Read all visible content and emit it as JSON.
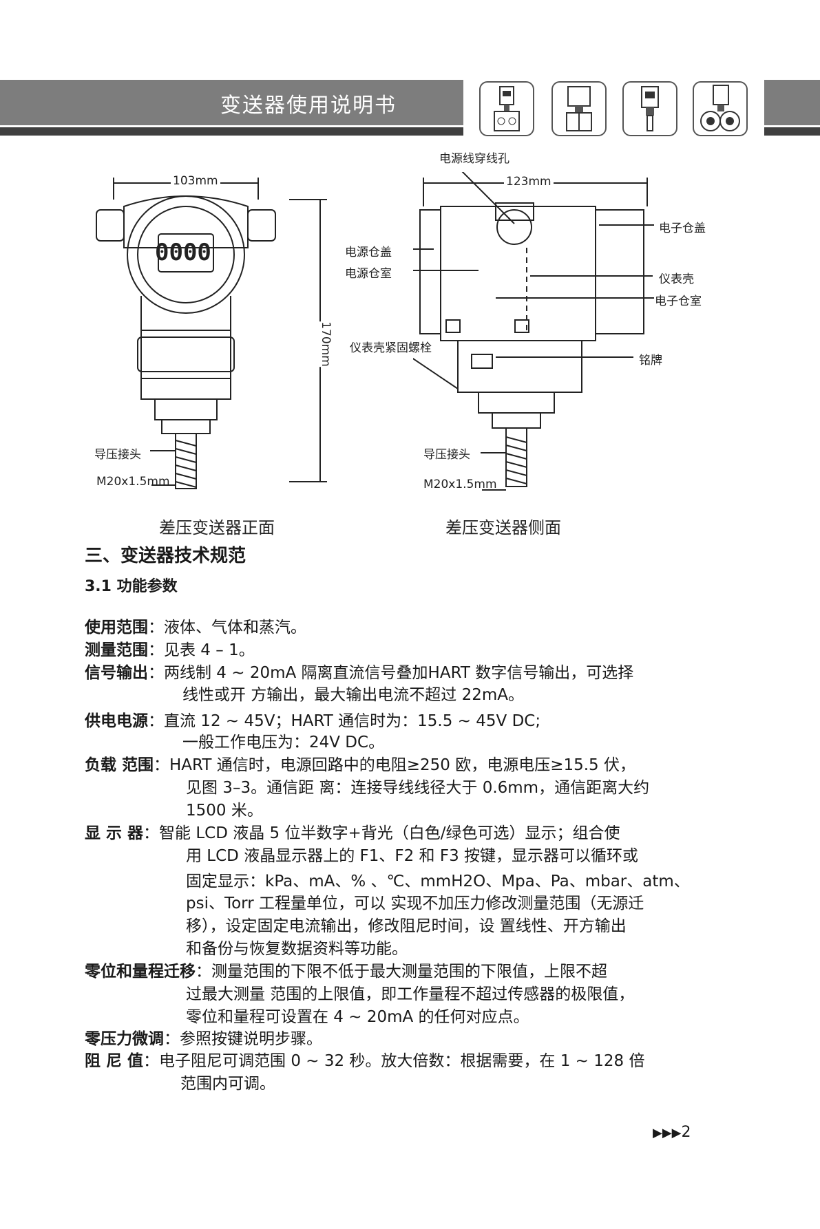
{
  "header": {
    "title": "变送器使用说明书",
    "thumbnails": [
      "differential-transmitter-icon",
      "side-transmitter-icon",
      "pressure-transmitter-icon",
      "flange-transmitter-icon"
    ],
    "band_color": "#7d7d7d",
    "dark_color": "#3f3f3f"
  },
  "front_view": {
    "width_dim": "103mm",
    "height_dim": "170mm",
    "connector_label": "导压接头",
    "thread_label": "M20x1.5mm",
    "lcd": "0000",
    "caption": "差压变送器正面"
  },
  "side_view": {
    "width_dim": "123mm",
    "labels": {
      "cable_hole": "电源线穿线孔",
      "elec_cover": "电子仓盖",
      "power_cover": "电源仓盖",
      "power_chamber": "电源仓室",
      "housing": "仪表壳",
      "elec_chamber": "电子仓室",
      "housing_bolt": "仪表壳紧固螺栓",
      "nameplate": "铭牌",
      "connector": "导压接头",
      "thread": "M20x1.5mm"
    },
    "caption": "差压变送器侧面"
  },
  "section_title": "三、变送器技术规范",
  "subsection_title": "3.1  功能参数",
  "specs": [
    {
      "label": "使用范围",
      "lines": [
        "液体、气体和蒸汽。"
      ]
    },
    {
      "label": "测量范围",
      "lines": [
        "见表 4 – 1。"
      ]
    },
    {
      "label": "信号输出",
      "lines": [
        "两线制 4 ~ 20mA 隔离直流信号叠加HART 数字信号输出，可选择",
        "线性或开 方输出，最大输出电流不超过 22mA。"
      ]
    },
    {
      "label": "供电电源",
      "lines": [
        "直流 12 ~ 45V；HART 通信时为：15.5 ~ 45V DC;",
        " 一般工作电压为：24V DC。"
      ]
    },
    {
      "label": "负载 范围",
      "lines": [
        "HART 通信时，电源回路中的电阻≥250 欧，电源电压≥15.5 伏，",
        "见图 3–3。通信距 离：连接导线线径大于 0.6mm，通信距离大约",
        "1500 米。"
      ]
    },
    {
      "label": "显 示  器",
      "lines": [
        "智能 LCD 液晶 5 位半数字+背光（白色/绿色可选）显示；组合使",
        "用 LCD 液晶显示器上的 F1、F2 和 F3 按键，显示器可以循环或",
        "固定显示：kPa、mA、% 、℃、mmH2O、Mpa、Pa、mbar、atm、",
        "psi、Torr 工程量单位，可以 实现不加压力修改测量范围（无源迁",
        "移），设定固定电流输出，修改阻尼时间，设 置线性、开方输出",
        "和备份与恢复数据资料等功能。"
      ]
    },
    {
      "label": "零位和量程迁移",
      "lines": [
        "测量范围的下限不低于最大测量范围的下限值，上限不超",
        "过最大测量 范围的上限值，即工作量程不超过传感器的极限值，",
        "零位和量程可设置在 4 ~  20mA 的任何对应点。"
      ]
    },
    {
      "label": "零压力微调",
      "lines": [
        "参照按键说明步骤。"
      ]
    },
    {
      "label": "阻 尼 值",
      "lines": [
        "电子阻尼可调范围 0 ~ 32 秒。放大倍数：根据需要，在 1 ~ 128 倍",
        "范围内可调。"
      ]
    }
  ],
  "footer": {
    "page_arrows": "▶▶▶",
    "page_number": "2"
  }
}
